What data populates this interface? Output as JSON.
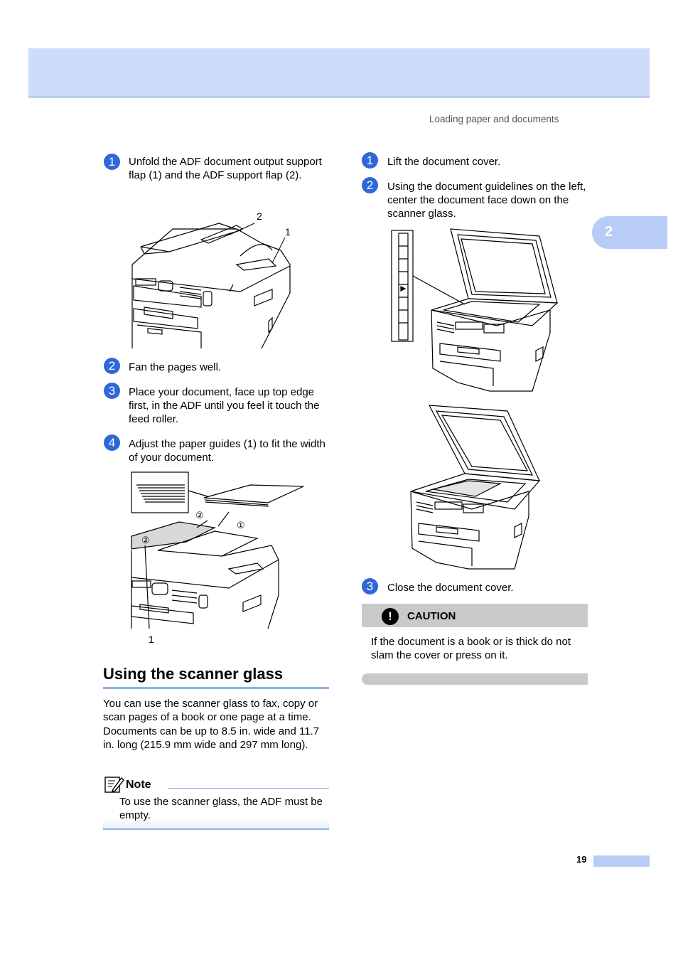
{
  "header": {
    "running_head": "Loading paper and documents"
  },
  "chapter_tab": "2",
  "left_steps": [
    {
      "number": "1",
      "text": "Unfold the ADF document output support flap (1) and the ADF support flap (2)."
    },
    {
      "number": "2",
      "text": "Fan the pages well."
    },
    {
      "number": "3",
      "text": "Place your document, face up top edge first, in the ADF until you feel it touch the feed roller."
    },
    {
      "number": "4",
      "text": "Adjust the paper guides (1) to fit the width of your document."
    }
  ],
  "figure1_callouts": {
    "one": "1",
    "two": "2"
  },
  "figure2_callouts": {
    "one": "1",
    "circled_one": "①",
    "circled_two_a": "②",
    "circled_two_b": "②"
  },
  "section": {
    "title": "Using the scanner glass",
    "body": "You can use the scanner glass to fax, copy or scan pages of a book or one page at a time. Documents can be up to 8.5 in. wide and 11.7 in. long (215.9 mm wide and 297 mm long)."
  },
  "note": {
    "label": "Note",
    "text": "To use the scanner glass, the ADF must be empty."
  },
  "right_steps": [
    {
      "number": "1",
      "text": "Lift the document cover."
    },
    {
      "number": "2",
      "text": "Using the document guidelines on the left, center the document face down on the scanner glass."
    },
    {
      "number": "3",
      "text": "Close the document cover."
    }
  ],
  "caution": {
    "icon": "!",
    "label": "CAUTION",
    "text": "If the document is a book or is thick do not slam the cover or press on it."
  },
  "footer": {
    "page_number": "19"
  },
  "colors": {
    "accent_blue": "#2f67d8",
    "header_band": "#cddcfb",
    "rule_blue": "#8fb0ee",
    "caution_grey": "#c9c9c9"
  }
}
